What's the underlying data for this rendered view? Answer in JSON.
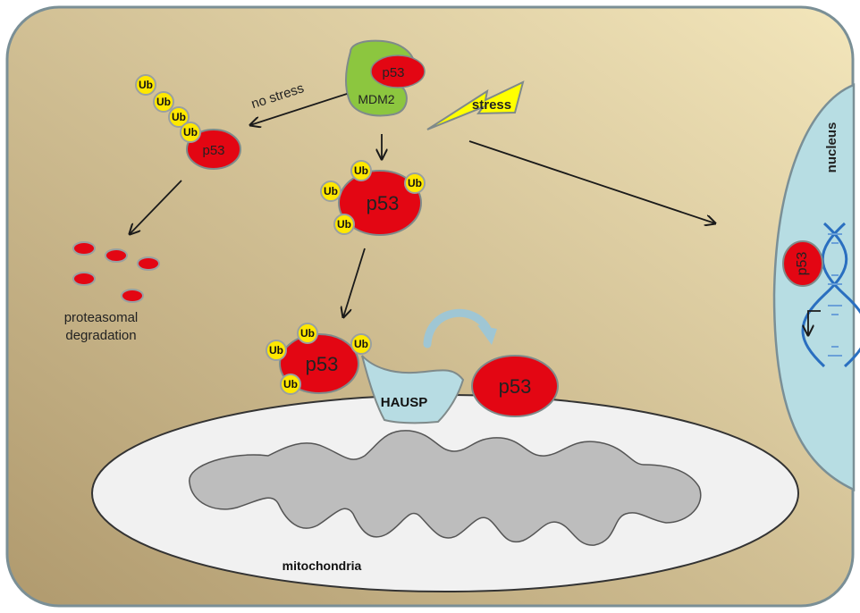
{
  "colors": {
    "cell_gradient_start": "#b09a6e",
    "cell_gradient_end": "#f3e6bb",
    "cell_border": "#7a8f96",
    "p53_red": "#e30613",
    "ub_yellow": "#ffe800",
    "ub_border": "#9aa0a0",
    "mdm2_green": "#8cc63f",
    "hausp_blue": "#b7dce3",
    "nucleus_blue": "#b7dde3",
    "mito_outer": "#f1f1f1",
    "mito_inner": "#bdbdbd",
    "stress_yellow": "#ffff00",
    "arrow_color": "#1a1a1a",
    "curved_arrow_blue": "#9fc6d4",
    "dna_blue": "#2a6fc0"
  },
  "labels": {
    "no_stress": "no stress",
    "stress": "stress",
    "mdm2": "MDM2",
    "p53": "p53",
    "ub": "Ub",
    "proteasomal_line1": "proteasomal",
    "proteasomal_line2": "degradation",
    "hausp": "HAUSP",
    "mitochondria": "mitochondria",
    "nucleus": "nucleus"
  },
  "icons": {
    "stress": "lightning-bolt-icon",
    "dna": "dna-double-helix-icon",
    "translocation": "curved-arrow-icon",
    "transcription": "bent-arrow-icon"
  }
}
